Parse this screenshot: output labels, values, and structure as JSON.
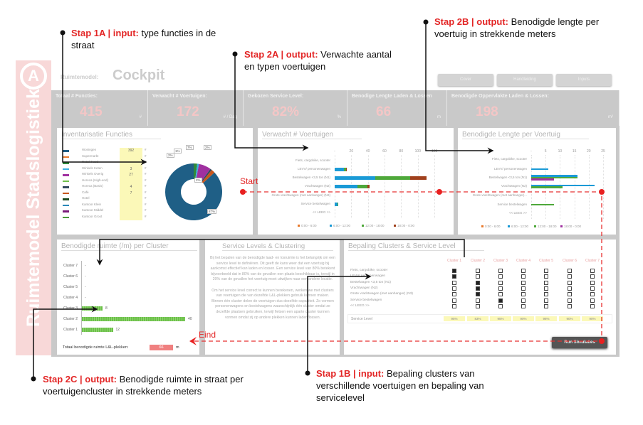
{
  "sidebar": {
    "logo": "A",
    "title": "Ruimtemodel Stadslogistiek"
  },
  "header": {
    "label": "Ruimtemodel:",
    "title": "Cockpit",
    "buttons": [
      "Cover",
      "Handleiding",
      "Inputs"
    ]
  },
  "kpis": [
    {
      "label": "Totaal # Functies:",
      "value": "415",
      "unit": "#"
    },
    {
      "label": "Verwacht # Voertuigen:",
      "value": "172",
      "unit": "# / Dag"
    },
    {
      "label": "Gekozen Service Level:",
      "value": "82%",
      "unit": "%"
    },
    {
      "label": "Benodige Lengte Laden & Lossen",
      "value": "66",
      "unit": "m"
    },
    {
      "label": "Benodigde Oppervlakte Laden & Lossen:",
      "value": "198",
      "unit": "m²"
    }
  ],
  "functies": {
    "title": "Inventarisatie Functies",
    "items": [
      {
        "name": "Woningen",
        "value": "392",
        "color": "#1f5f86"
      },
      {
        "name": "Supermarkt",
        "value": "",
        "color": "#e87a2c"
      },
      {
        "name": "Retail Food",
        "value": "",
        "color": "#2f8a3a"
      },
      {
        "name": "Winkels Keten",
        "value": "3",
        "color": "#3aaee0"
      },
      {
        "name": "Winkels Overig",
        "value": "27",
        "color": "#a030a0"
      },
      {
        "name": "Horeca (High-end)",
        "value": "",
        "color": "#6fbf4a"
      },
      {
        "name": "Horeca (Basis)",
        "value": "4",
        "color": "#33495e"
      },
      {
        "name": "Café",
        "value": "7",
        "color": "#c8561c"
      },
      {
        "name": "Hotel",
        "value": "",
        "color": "#1c4a20"
      },
      {
        "name": "Kantoor Klein",
        "value": "",
        "color": "#2a88b8"
      },
      {
        "name": "Kantoor Middel",
        "value": "",
        "color": "#7a1a7a"
      },
      {
        "name": "Kantoor Groot",
        "value": "",
        "color": "#4a9a3a"
      }
    ],
    "unit": "#",
    "donut": [
      {
        "pct": 87,
        "label": "87%",
        "color": "#1f5f86"
      },
      {
        "pct": 2,
        "label": "2%",
        "color": "#2f8a3a"
      },
      {
        "pct": 1,
        "label": "1%",
        "color": "#3aaee0"
      },
      {
        "pct": 7,
        "label": "7%",
        "color": "#a030a0"
      },
      {
        "pct": 1,
        "label": "2%",
        "color": "#33495e"
      },
      {
        "pct": 2,
        "label": "2%",
        "color": "#c8561c"
      }
    ]
  },
  "chart_data": [
    {
      "type": "bar",
      "title": "Verwacht # Voertuigen",
      "stacked": true,
      "categories": [
        "Fiets, cargobike, scooter",
        "LEVV/ personenwagen",
        "Bestelwagen <3,5 ton (N1)",
        "Vrachtwagen (N2)",
        "Grote vrachtwagen (met aanhanger) (N3)",
        "Service bestelwagen",
        "<< LEEG >>"
      ],
      "xlim": [
        0,
        120
      ],
      "ticks": [
        "-",
        "20",
        "40",
        "60",
        "80",
        "100",
        "120"
      ],
      "series": [
        {
          "name": "0:00 - 6:00",
          "color": "#e87a2c",
          "values": [
            0,
            0,
            0,
            0,
            0,
            0,
            0
          ]
        },
        {
          "name": "6:00 - 12:00",
          "color": "#1a9ad6",
          "values": [
            0,
            11,
            49,
            27,
            0,
            3,
            0
          ]
        },
        {
          "name": "12:00 - 18:00",
          "color": "#4ea83a",
          "values": [
            0,
            3,
            42,
            12,
            0,
            1,
            0
          ]
        },
        {
          "name": "18:00 - 0:00",
          "color": "#a0401c",
          "values": [
            0,
            1,
            20,
            3,
            0,
            0,
            0
          ]
        }
      ]
    },
    {
      "type": "bar",
      "title": "Benodigde Lengte per Voertuig",
      "stacked": false,
      "categories": [
        "Fiets, cargobike, scooter",
        "LEVV/ personenwagen",
        "Bestelwagen <3,5 ton (N1)",
        "Vrachtwagen (N2)",
        "Grote vrachtwagen (met aanhanger)...",
        "Service bestelwagen",
        "<< LEEG >>"
      ],
      "xlim": [
        0,
        25
      ],
      "ticks": [
        "-",
        "5",
        "10",
        "15",
        "20",
        "25"
      ],
      "series": [
        {
          "name": "0:00 - 6:00",
          "color": "#e87a2c",
          "values": [
            0,
            0,
            0,
            0,
            0,
            0,
            0
          ]
        },
        {
          "name": "6:00 - 12:00",
          "color": "#1a9ad6",
          "values": [
            0,
            6,
            16,
            22,
            0,
            0,
            0
          ]
        },
        {
          "name": "12:00 - 18:00",
          "color": "#4ea83a",
          "values": [
            0,
            0,
            16,
            11,
            0,
            8,
            0
          ]
        },
        {
          "name": "18:00 - 0:00",
          "color": "#a030a0",
          "values": [
            0,
            0,
            8,
            0,
            0,
            0,
            0
          ]
        }
      ]
    },
    {
      "type": "bar",
      "title": "Benodigde ruimte (/m) per Cluster",
      "categories": [
        "Cluster 7",
        "Cluster 6",
        "Cluster 5",
        "Cluster 4",
        "Cluster 3",
        "Cluster 2",
        "Cluster 1"
      ],
      "values": [
        0,
        0,
        0,
        0,
        8,
        40,
        12
      ],
      "labels": [
        "-",
        "-",
        "-",
        "-",
        "8",
        "40",
        "12"
      ],
      "xlim": [
        0,
        40
      ],
      "color": "#6cc04a"
    }
  ],
  "ruimte": {
    "total_label": "Totaal benodigde ruimte L&L-plekken:",
    "total_value": "66",
    "total_unit": "m"
  },
  "service": {
    "title": "Service Levels & Clustering",
    "p1": "Bij het bepalen van de benodigde laad- en losruimte is het belangrijk om een service level te definiëren. Dit geeft de kans weer dat een voertuig bij aankomst effectief kan laden en lossen. Een service level van 80% betekent bijvoorbeeld dat in 80% van de gevallen een plaats beschikbaar is, terwijl in 20% van de gevallen het voertuig moet uitwijken naar een andere locatie.",
    "p2": "Om het service level correct te kunnen berekenen, werken we met clusters van voertuigen die van dezelfde L&L-plekken gebruik kunnen maken. Binnen één cluster delen de voertuigen dus dezelfde capaciteit. Zo vormen personenwagens en bestelwagens waarschijnlijk één cluster omdat ze dezelfde plaatsen gebruiken, terwijl fietsen een aparte cluster kunnen vormen omdat zij op andere plekken kunnen laden/lossen."
  },
  "bepaling": {
    "title": "Bepaling Clusters & Service Level",
    "clusters": [
      "Cluster 1",
      "Cluster 2",
      "Cluster 3",
      "Cluster 4",
      "Cluster 5",
      "Cluster 6",
      "Cluster 7"
    ],
    "rows": [
      "Fiets, cargobike, scooter",
      "LEVV/ personenwagen",
      "Bestelwagen <3,5 ton (N1)",
      "Vrachtwagen (N2)",
      "Grote vrachtwagen (met aanhanger) (N3)",
      "Service bestelwagen",
      "<< LEEG >>"
    ],
    "checked": [
      [
        1,
        0,
        0,
        0,
        0,
        0,
        0
      ],
      [
        1,
        0,
        0,
        0,
        0,
        0,
        0
      ],
      [
        0,
        1,
        0,
        0,
        0,
        0,
        0
      ],
      [
        0,
        1,
        0,
        0,
        0,
        0,
        0
      ],
      [
        0,
        1,
        0,
        0,
        0,
        0,
        0
      ],
      [
        0,
        0,
        1,
        0,
        0,
        0,
        0
      ],
      [
        0,
        0,
        0,
        0,
        0,
        0,
        0
      ]
    ],
    "service_label": "Service Level",
    "service_levels": [
      "95%",
      "83%",
      "95%",
      "90%",
      "98%",
      "90%",
      "90%"
    ],
    "run_label": "Run Simulaties"
  },
  "annotations": {
    "a1a": {
      "tag": "Stap 1A | input:",
      "text": " type functies in de straat"
    },
    "a2a": {
      "tag": "Stap 2A | output:",
      "text": " Verwachte aantal en typen voertuigen"
    },
    "a2b": {
      "tag": "Stap 2B | output:",
      "text": " Benodigde lengte per voertuig in strekkende meters"
    },
    "a2c": {
      "tag": "Stap 2C | output:",
      "text": " Benodigde ruimte in straat per voertuigencluster in strekkende meters"
    },
    "a1b": {
      "tag": "Stap 1B | input:",
      "text": " Bepaling clusters van verschillende voertuigen en bepaling van servicelevel"
    },
    "start": "Start",
    "end": "Eind"
  }
}
